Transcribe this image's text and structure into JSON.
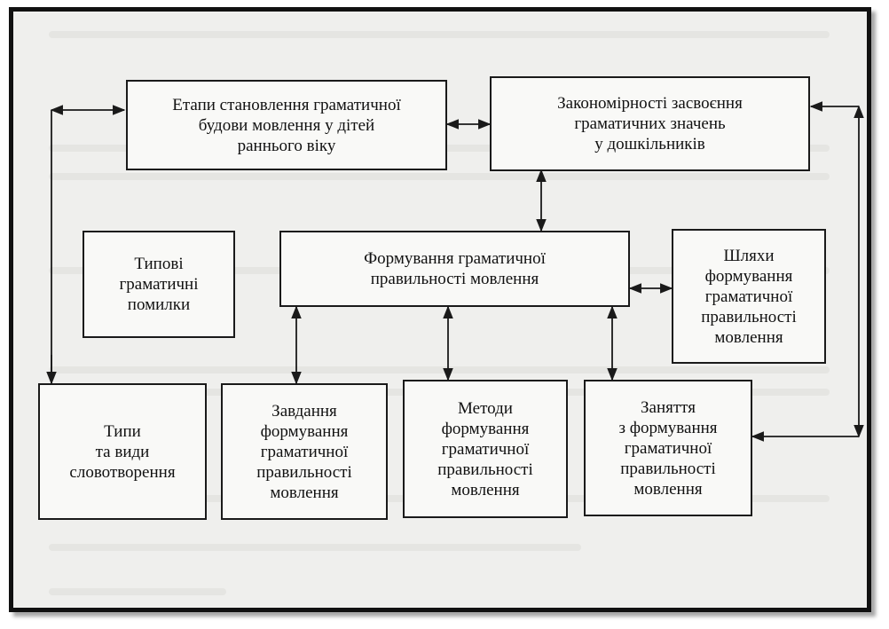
{
  "diagram": {
    "boxes": {
      "stages": [
        "Етапи становлення граматичної",
        "будови мовлення у дітей",
        "раннього віку"
      ],
      "regularities": [
        "Закономірності засвоєння",
        "граматичних значень",
        "у дошкільників"
      ],
      "typical_errors": [
        "Типові",
        "граматичні",
        "помилки"
      ],
      "formation": [
        "Формування граматичної",
        "правильності мовлення"
      ],
      "ways": [
        "Шляхи",
        "формування",
        "граматичної",
        "правильності",
        "мовлення"
      ],
      "word_formation": [
        "Типи",
        "та види",
        "словотворення"
      ],
      "tasks": [
        "Завдання",
        "формування",
        "граматичної",
        "правильності",
        "мовлення"
      ],
      "methods": [
        "Методи",
        "формування",
        "граматичної",
        "правильності",
        "мовлення"
      ],
      "lessons": [
        "Заняття",
        "з формування",
        "граматичної",
        "правильності",
        "мовлення"
      ]
    }
  },
  "style": {
    "line_color": "#1a1a1a",
    "box_border": "#1a1a1a",
    "page_color": "#efefed"
  }
}
